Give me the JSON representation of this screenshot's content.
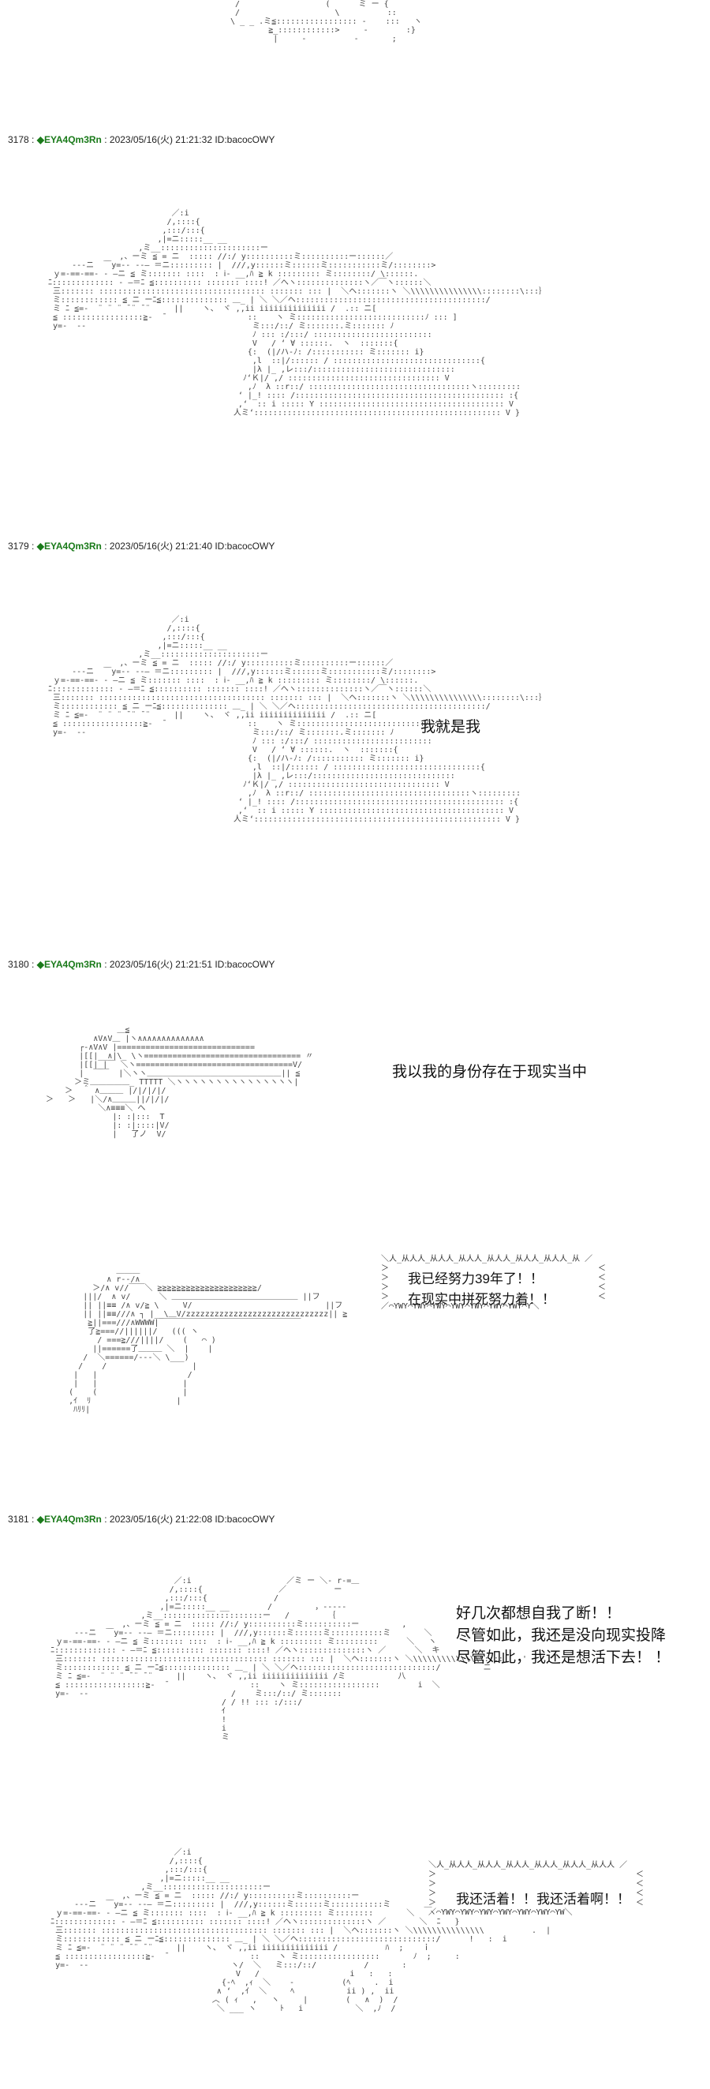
{
  "posts": [
    {
      "num": "3178",
      "name": "◆EYA4Qm3Rn",
      "meta": "2023/05/16(火) 21:21:32 ID:bacocOWY"
    },
    {
      "num": "3179",
      "name": "◆EYA4Qm3Rn",
      "meta": "2023/05/16(火) 21:21:40 ID:bacocOWY"
    },
    {
      "num": "3180",
      "name": "◆EYA4Qm3Rn",
      "meta": "2023/05/16(火) 21:21:51 ID:bacocOWY"
    },
    {
      "num": "3181",
      "name": "◆EYA4Qm3Rn",
      "meta": "2023/05/16(火) 21:22:08 ID:bacocOWY"
    }
  ],
  "dialogs": {
    "d3179": "我就是我",
    "d3180": "我以我的身份存在于现实当中",
    "bubble1": [
      "我已经努力39年了！！",
      "在现实中拼死努力着！！"
    ],
    "d3181": [
      "好几次都想自我了断！！",
      "尽管如此，我还是没向现实投降",
      "尽管如此，我还是想活下去！  ！"
    ],
    "bubble2": "我还活着！！我还活着啊！！"
  }
}
